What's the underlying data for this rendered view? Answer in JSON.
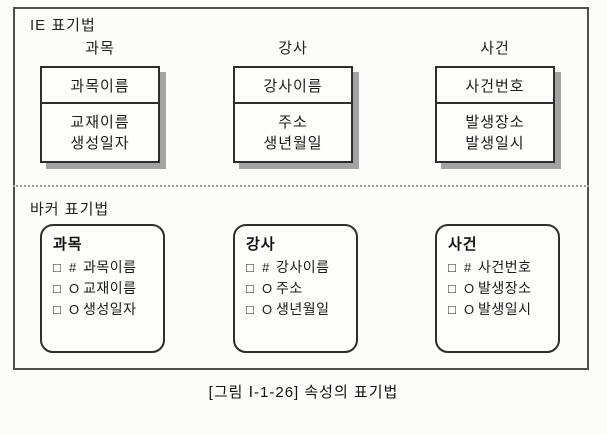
{
  "ie": {
    "title": "IE 표기법",
    "entities": [
      {
        "label": "과목",
        "pk": "과목이름",
        "attrs": [
          "교재이름",
          "생성일자"
        ]
      },
      {
        "label": "강사",
        "pk": "강사이름",
        "attrs": [
          "주소",
          "생년월일"
        ]
      },
      {
        "label": "사건",
        "pk": "사건번호",
        "attrs": [
          "발생장소",
          "발생일시"
        ]
      }
    ]
  },
  "barker": {
    "title": "바커 표기법",
    "entities": [
      {
        "label": "과목",
        "rows": [
          {
            "square": "□",
            "mark": "#",
            "text": "과목이름"
          },
          {
            "square": "□",
            "mark": "O",
            "text": "교재이름"
          },
          {
            "square": "□",
            "mark": "O",
            "text": "생성일자"
          }
        ]
      },
      {
        "label": "강사",
        "rows": [
          {
            "square": "□",
            "mark": "#",
            "text": "강사이름"
          },
          {
            "square": "□",
            "mark": "O",
            "text": "주소"
          },
          {
            "square": "□",
            "mark": "O",
            "text": "생년월일"
          }
        ]
      },
      {
        "label": "사건",
        "rows": [
          {
            "square": "□",
            "mark": "#",
            "text": "사건번호"
          },
          {
            "square": "□",
            "mark": "O",
            "text": "발생장소"
          },
          {
            "square": "□",
            "mark": "O",
            "text": "발생일시"
          }
        ]
      }
    ]
  },
  "caption": "[그림 Ⅰ-1-26] 속성의 표기법",
  "colors": {
    "background": "#fcfcfa",
    "frame_border": "#4f4f4f",
    "box_border": "#2e2e2e",
    "box_shadow": "#a3a3a3",
    "divider": "#9a9a9a",
    "text": "#1b1b1b"
  }
}
